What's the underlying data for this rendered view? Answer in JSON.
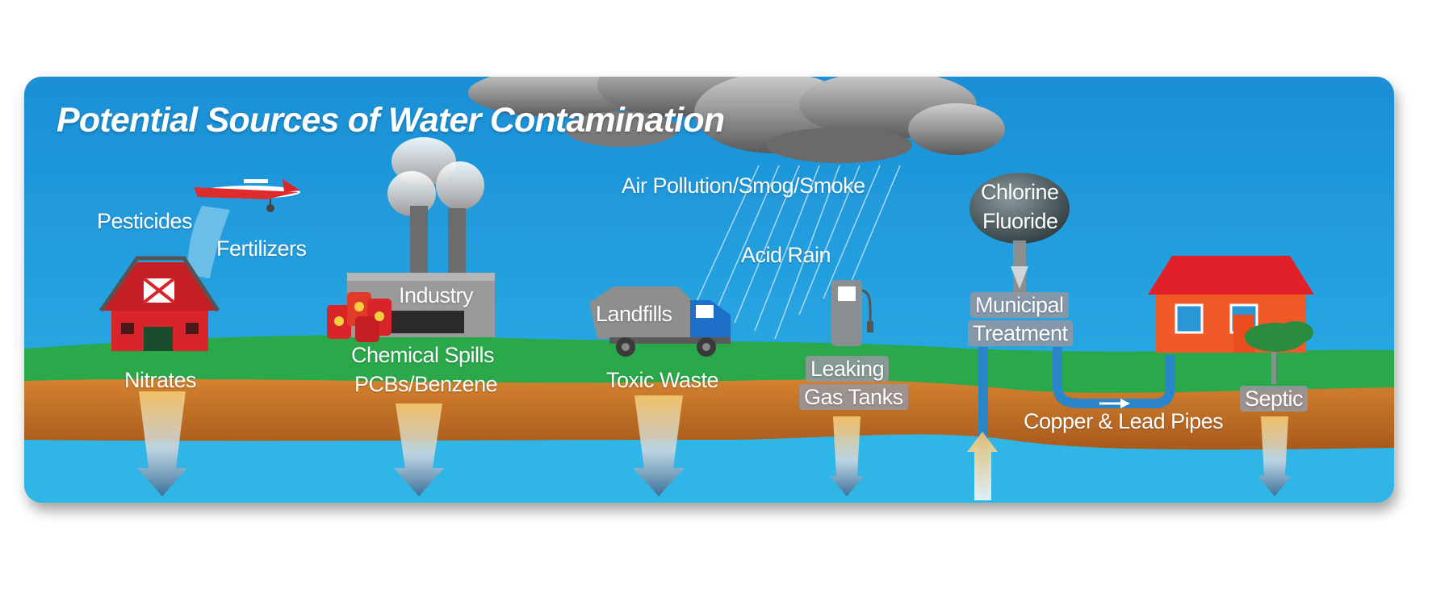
{
  "title": "Potential Sources of Water Contamination",
  "labels": {
    "pesticides": "Pesticides",
    "fertilizers": "Fertilizers",
    "industry": "Industry",
    "air_pollution": "Air Pollution/Smog/Smoke",
    "acid_rain": "Acid Rain",
    "landfills": "Landfills",
    "chlorine": "Chlorine",
    "fluoride": "Fluoride",
    "municipal": "Municipal",
    "treatment": "Treatment",
    "nitrates": "Nitrates",
    "chemical_spills": "Chemical Spills",
    "pcbs": "PCBs/Benzene",
    "toxic_waste": "Toxic Waste",
    "leaking": "Leaking",
    "gas_tanks": "Gas Tanks",
    "copper_lead": "Copper & Lead Pipes",
    "septic": "Septic"
  },
  "colors": {
    "sky": "#1da0dc",
    "grass": "#2aa84a",
    "soil": "#c9772a",
    "groundwater": "#2fb5e6",
    "barn": "#d9252a",
    "house": "#f05a28",
    "roof": "#e2202a"
  }
}
